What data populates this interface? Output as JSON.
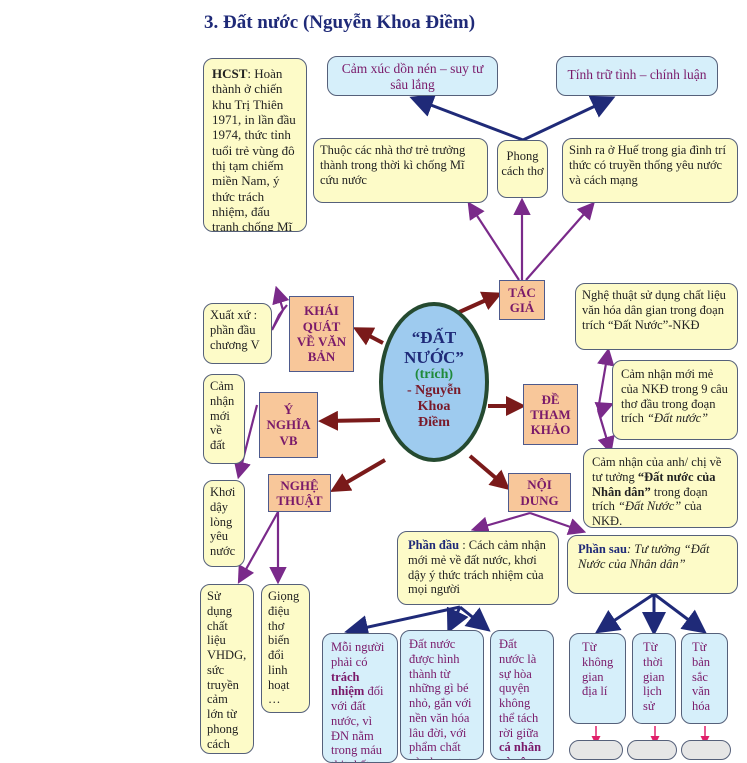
{
  "title": "3. Đất nước (Nguyễn Khoa Điềm)",
  "center": {
    "l1": "“ĐẤT",
    "l2": "NƯỚC”",
    "l3": "(trích)",
    "l4": "- Nguyễn",
    "l5": "Khoa",
    "l6": "Điềm"
  },
  "hcst": {
    "label": "HCST",
    "text": ": Hoàn thành ở chiến khu Trị Thiên 1971, in lần đầu 1974, thức tỉnh tuổi trẻ vùng đô thị tạm chiếm miền Nam, ý thức trách nhiệm, đấu tranh chống Mĩ"
  },
  "style1": "Cảm xúc dồn nén – suy tư sâu lắng",
  "style2": "Tính trữ tình – chính luận",
  "author1": "Thuộc các nhà thơ trẻ trưởng thành trong thời kì chống Mĩ cứu nước",
  "phongcach": "Phong cách thơ",
  "author2": "Sinh ra ở Huế trong gia đình trí thức có truyền thống yêu nước và cách mạng",
  "tacgia": "TÁC GIẢ",
  "xuatxu": "Xuất xứ : phần đầu chương V",
  "khaiquat": "KHÁI QUÁT VỀ VĂN BẢN",
  "camnhanmoi": "Cảm nhận mới về đất",
  "ynghia": "Ý NGHĨA VB",
  "dethamkhao": "ĐỀ THAM KHẢO",
  "de1": "Nghệ thuật sử dụng chất liệu văn hóa dân gian trong đoạn trích “Đất Nước”-NKĐ",
  "de2a": "Cảm nhận mới mẻ của NKĐ trong 9 câu thơ đầu trong đoạn trích ",
  "de2b": "“Đất nước”",
  "de3a": "Cảm nhận của anh/ chị về tư tưởng ",
  "de3b": "“Đất nước của Nhân dân”",
  "de3c": " trong đoạn trích ",
  "de3d": "“Đất Nước”",
  "de3e": " của NKĐ.",
  "nghethuat": "NGHỆ THUẬT",
  "noidung": "NỘI DUNG",
  "khoiday": "Khơi dậy lòng yêu nước",
  "nt1": "Sử dụng chất liệu VHDG, sức truyền cảm lớn từ phong cách trữ tình–chính luận",
  "nt2": "Giọng điệu thơ biến đổi linh hoạt …",
  "phandau": {
    "label": "Phần đầu",
    "text": " : Cách cảm nhận mới mẻ về đất nước, khơi dậy ý thức trách nhiệm của mọi người"
  },
  "phansau": {
    "label": "Phần sau",
    "text": ": Tư tưởng “Đất Nước của Nhân dân”"
  },
  "pd1": {
    "a": "Mỗi người phải có ",
    "b": "trách nhiệm",
    "c": " đối với đất nước, vì ĐN nằm trong máu thịt, kết tinh cả đời"
  },
  "pd2": "Đất nước được hình thành từ những gì bé nhỏ, gắn với nền văn hóa lâu đời, với phẩm chất và phong tục",
  "pd3": {
    "a": "Đất nước là sự hòa quyện không thể tách rời giữa ",
    "b": "cá nhân và cộng đồng"
  },
  "ps1": "Từ không gian địa lí",
  "ps2": "Từ thời gian lịch sử",
  "ps3": "Từ bản sắc văn hóa"
}
